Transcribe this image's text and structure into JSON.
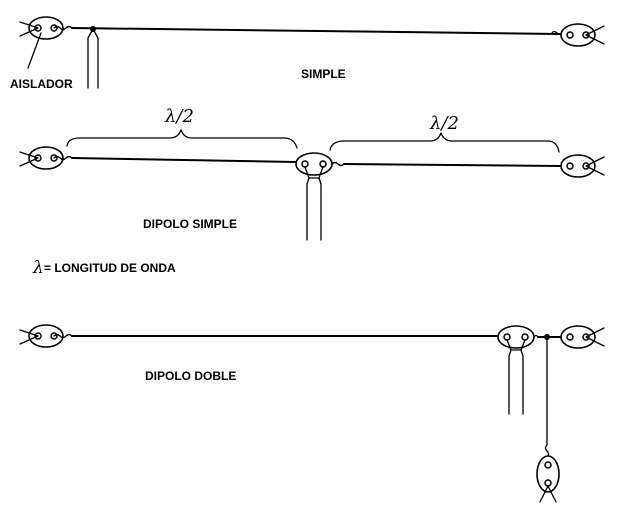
{
  "labels": {
    "insulator": "AISLADOR",
    "simple": "SIMPLE",
    "dipole_simple": "DIPOLO SIMPLE",
    "dipole_double": "DIPOLO DOBLE",
    "lambda_symbol": "λ",
    "wavelength_definition": "= LONGITUD DE ONDA",
    "half_wave_left": "λ/2",
    "half_wave_right": "λ/2"
  }
}
